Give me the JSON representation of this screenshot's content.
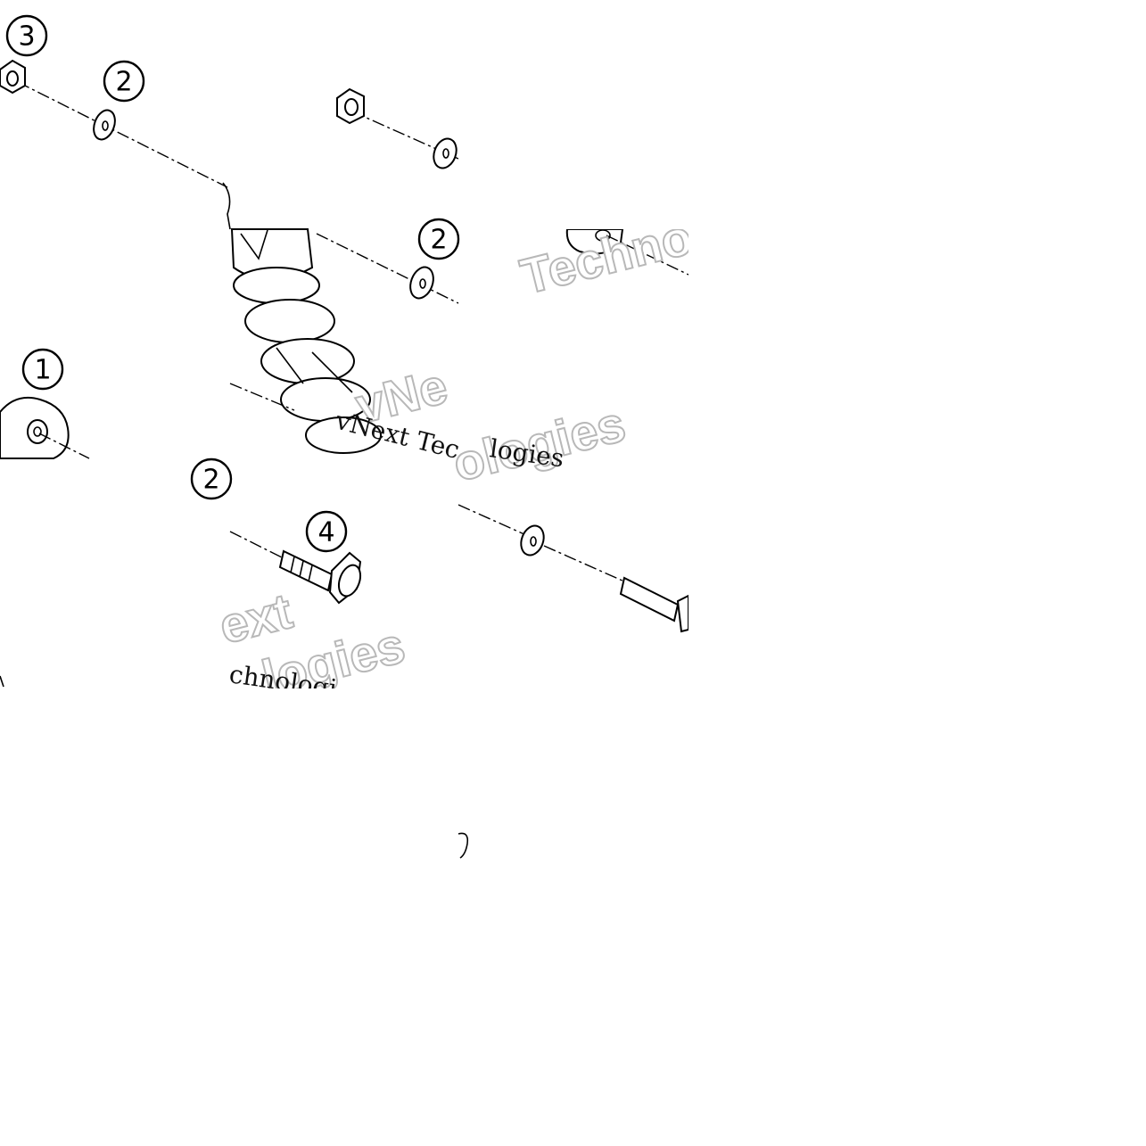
{
  "callouts": {
    "c1": "1",
    "c2a": "2",
    "c2b": "2",
    "c2c": "2",
    "c3": "3",
    "c4": "4"
  },
  "watermark": {
    "techno": "Techno",
    "vne": "vNe",
    "vnext_tec": "vNext Tec",
    "ologies": "ologies",
    "ext": "ext",
    "logies": "logies",
    "chnologi": "chnologi"
  }
}
